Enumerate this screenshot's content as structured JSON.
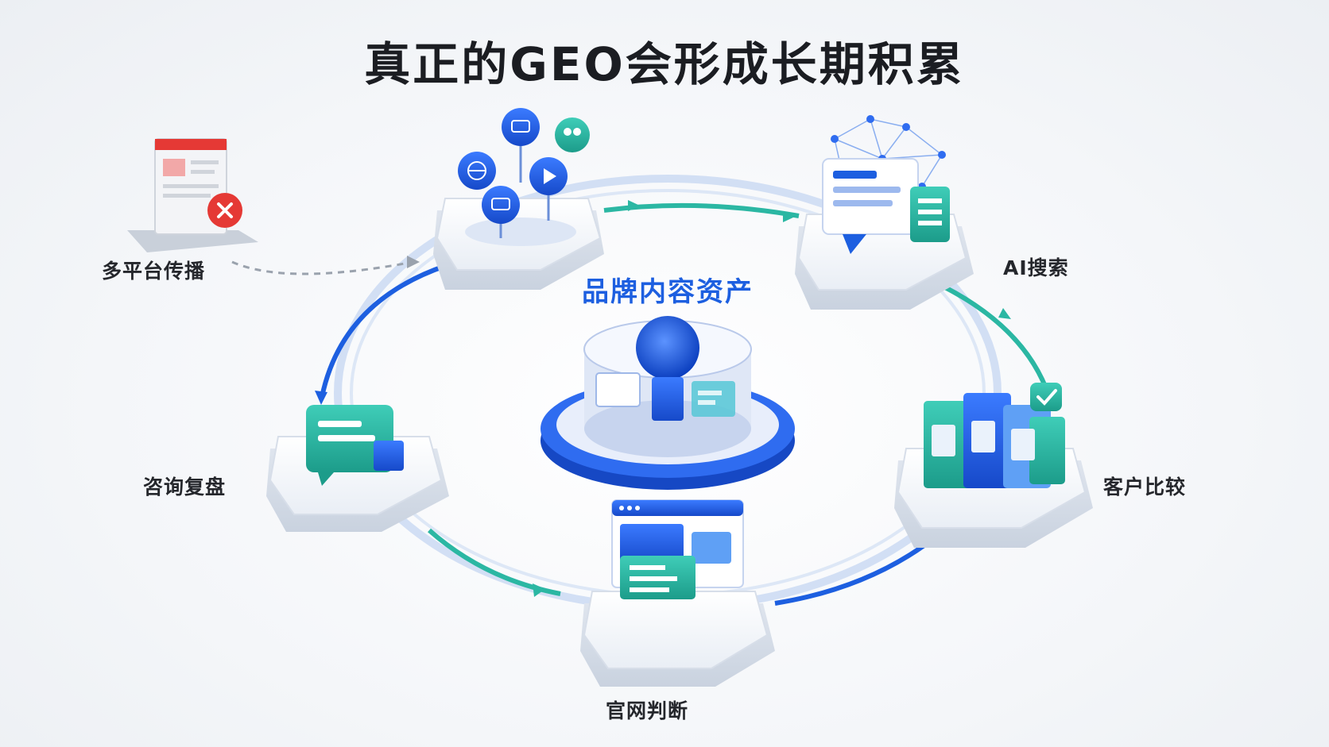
{
  "title": "真正的GEO会形成长期积累",
  "center": {
    "label": "品牌内容资产"
  },
  "nodes": {
    "multi_platform": "多平台传播",
    "ai_search": "AI搜索",
    "customer_compare": "客户比较",
    "website_judge": "官网判断",
    "consult_review": "咨询复盘"
  },
  "colors": {
    "primary_blue": "#1d5fe0",
    "teal": "#2bb7a3",
    "error_red": "#e53935",
    "platform_white": "#f7f9fc"
  }
}
